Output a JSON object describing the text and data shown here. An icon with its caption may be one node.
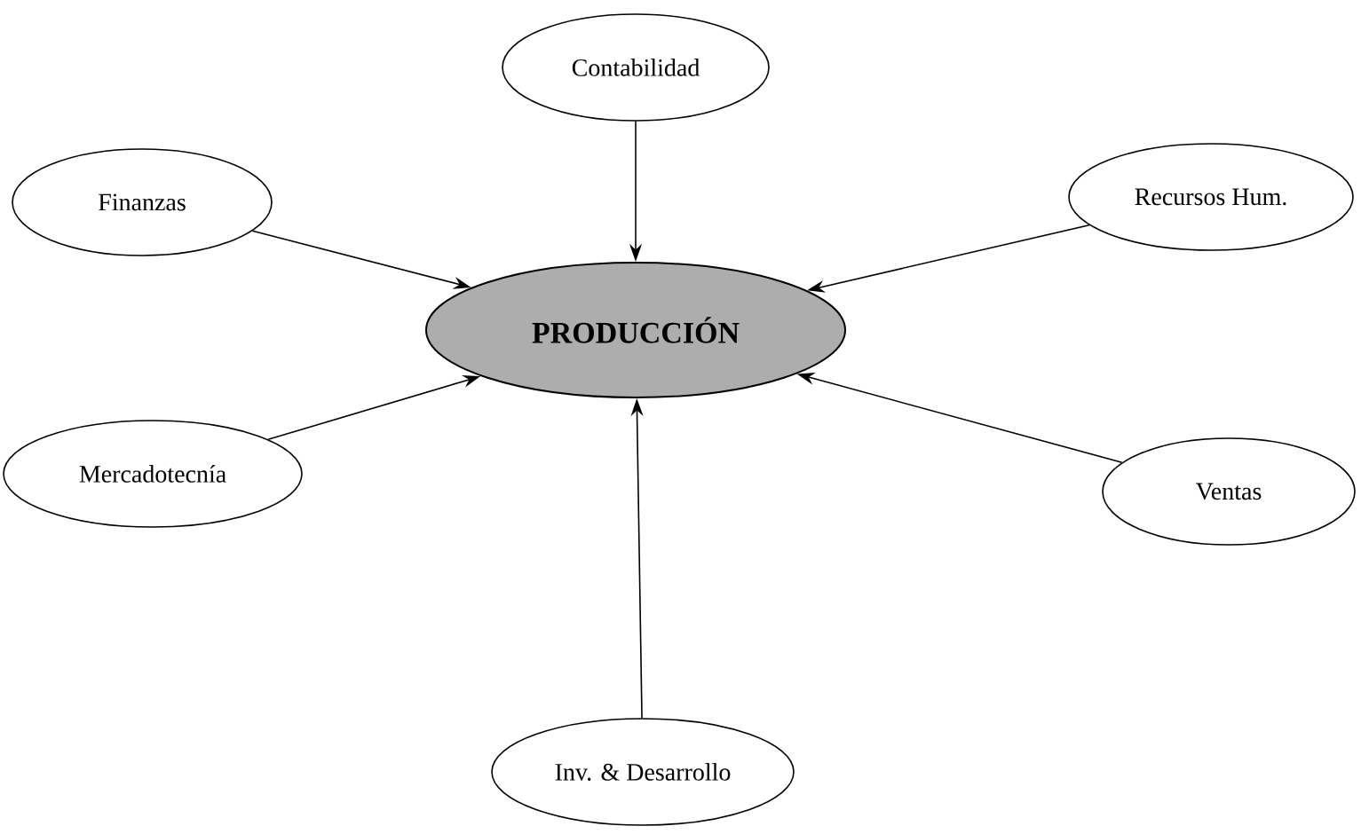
{
  "diagram": {
    "nodes": [
      {
        "text": [
          "PRODUCCIÓN"
        ]
      },
      {
        "text": [
          "Contabilidad"
        ]
      },
      {
        "text": [
          "Finanzas"
        ]
      },
      {
        "text": [
          "Recursos Hum."
        ]
      },
      {
        "text": [
          "Mercadotecnía"
        ]
      },
      {
        "text": [
          "Ventas"
        ]
      },
      {
        "text": [
          "Inv. & Desarrollo"
        ]
      }
    ],
    "edges": [
      {
        "from": 1,
        "to": 0,
        "arrow": "to"
      },
      {
        "from": 2,
        "to": 0,
        "arrow": "to"
      },
      {
        "from": 3,
        "to": 0,
        "arrow": "to"
      },
      {
        "from": 4,
        "to": 0,
        "arrow": "to"
      },
      {
        "from": 5,
        "to": 0,
        "arrow": "to"
      },
      {
        "from": 6,
        "to": 0,
        "arrow": "to"
      }
    ]
  }
}
